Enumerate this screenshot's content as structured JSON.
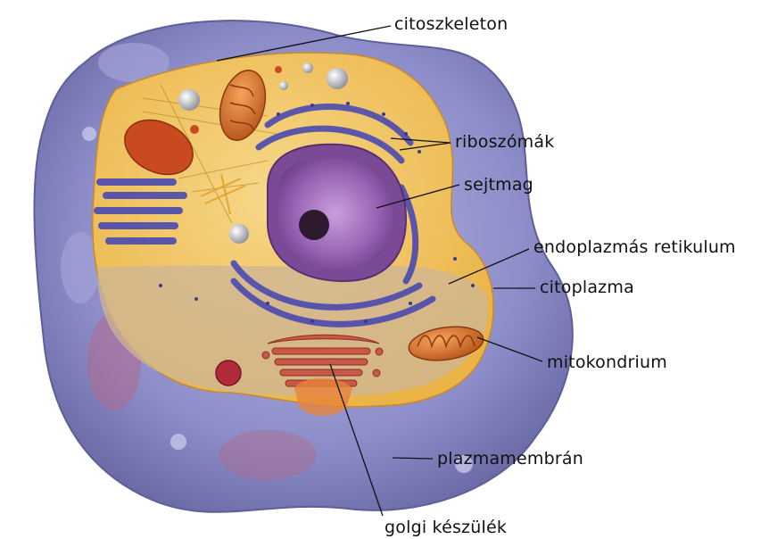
{
  "labels": {
    "citoszkeleton": "citoszkeleton",
    "riboszomak": "riboszómák",
    "sejtmag": "sejtmag",
    "endoplazmas_retikulum": "endoplazmás retikulum",
    "citoplazma": "citoplazma",
    "mitokondrium": "mitokondrium",
    "plazmamembran": "plazmamembrán",
    "golgi_keszulek": "golgi készülék"
  },
  "colors": {
    "membrane": "#8c8cc8",
    "membrane_dark": "#6a6aa6",
    "cytoplasm": "#f2c35a",
    "cytoplasm_light": "#f7d88a",
    "nucleus": "#9a64b4",
    "nucleolus": "#2c1a2e",
    "er": "#4a4ab0",
    "mitochondrion": "#d9702a",
    "golgi": "#c9584a",
    "leader_line": "#111111"
  }
}
